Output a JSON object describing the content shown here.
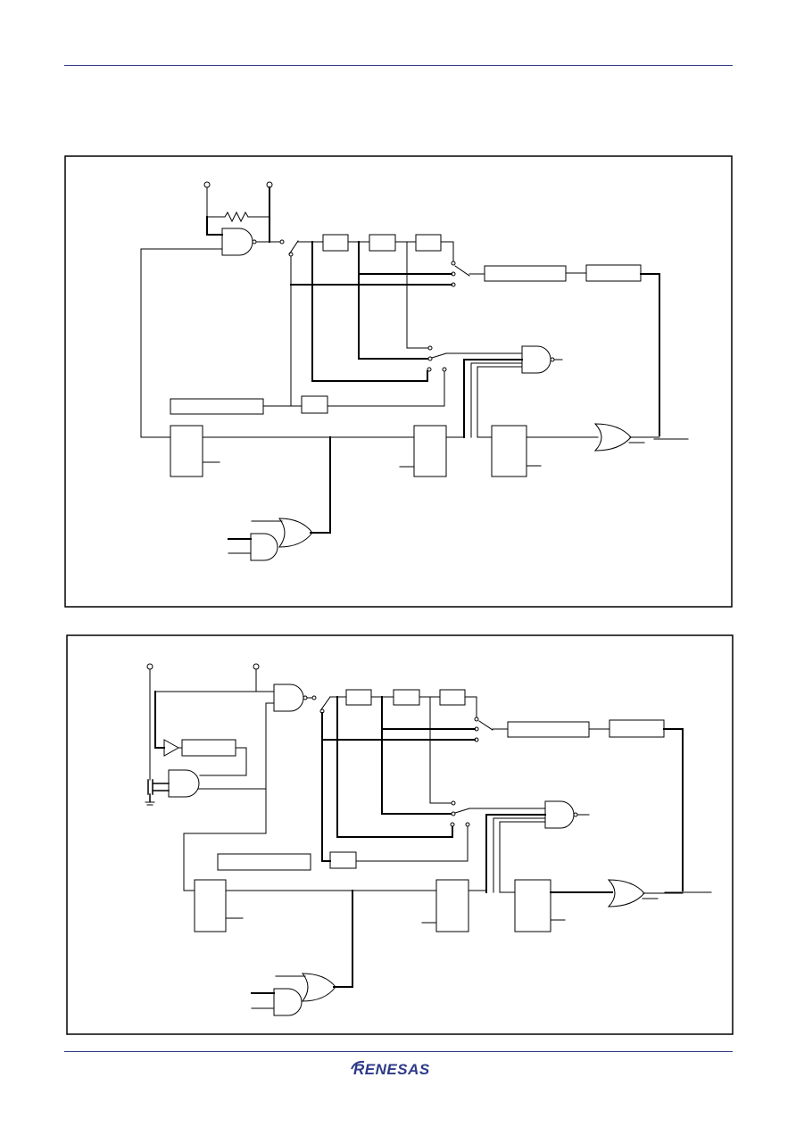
{
  "page": {
    "rule_color": "#2e3a87",
    "diagram_color": "#000000"
  },
  "logo": {
    "text": "RENESAS",
    "color": "#2e3a87"
  },
  "diagrams": [
    {
      "name": "circuit-diagram-1",
      "frame": "figure-frame"
    },
    {
      "name": "circuit-diagram-2",
      "frame": "figure-frame"
    }
  ]
}
